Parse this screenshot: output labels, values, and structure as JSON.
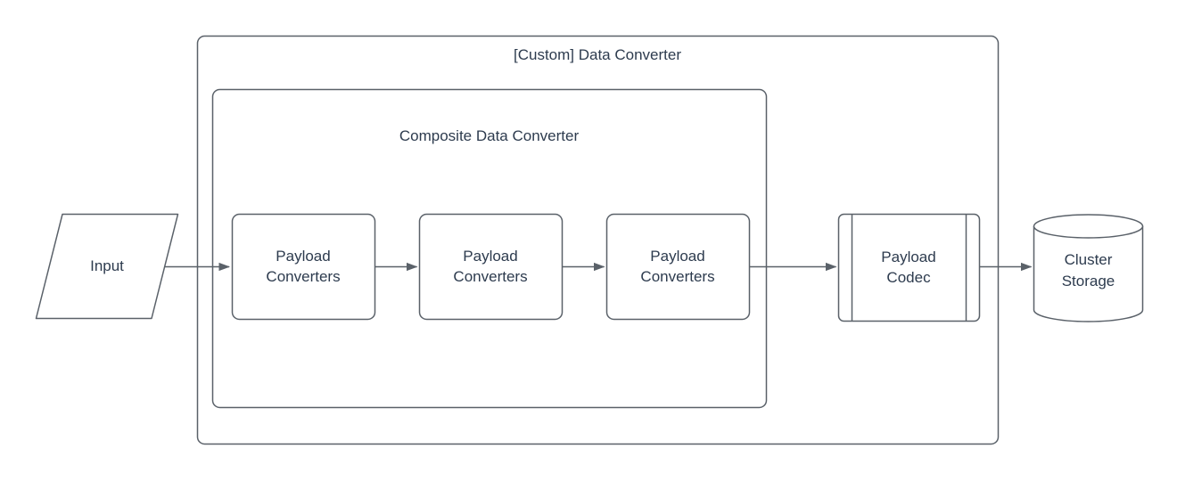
{
  "diagram": {
    "outer_container": {
      "title": "[Custom] Data Converter"
    },
    "inner_container": {
      "title": "Composite Data Converter"
    },
    "nodes": {
      "input": {
        "label": "Input",
        "shape": "parallelogram"
      },
      "payload_converters_1": {
        "label": "Payload Converters",
        "shape": "rounded-rectangle"
      },
      "payload_converters_2": {
        "label": "Payload Converters",
        "shape": "rounded-rectangle"
      },
      "payload_converters_3": {
        "label": "Payload Converters",
        "shape": "rounded-rectangle"
      },
      "payload_codec": {
        "label": "Payload Codec",
        "shape": "subroutine"
      },
      "cluster_storage": {
        "label": "Cluster Storage",
        "shape": "cylinder"
      }
    },
    "edges": [
      {
        "from": "input",
        "to": "payload_converters_1"
      },
      {
        "from": "payload_converters_1",
        "to": "payload_converters_2"
      },
      {
        "from": "payload_converters_2",
        "to": "payload_converters_3"
      },
      {
        "from": "payload_converters_3",
        "to": "payload_codec"
      },
      {
        "from": "payload_codec",
        "to": "cluster_storage"
      }
    ],
    "colors": {
      "stroke": "#5a6169",
      "text": "#2d3b4e",
      "background": "#ffffff"
    }
  }
}
